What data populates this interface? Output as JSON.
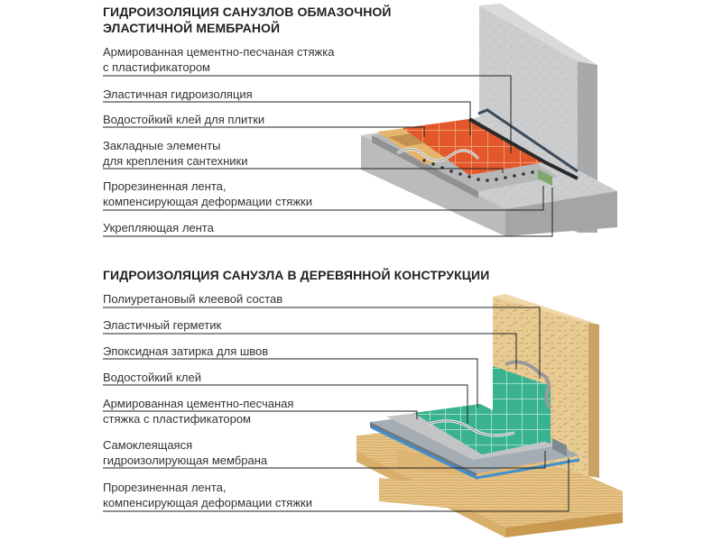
{
  "diagram_top": {
    "title": [
      "ГИДРОИЗОЛЯЦИЯ САНУЗЛОВ ОБМАЗОЧНОЙ",
      "ЭЛАСТИЧНОЙ МЕМБРАНОЙ"
    ],
    "labels": [
      [
        "Армированная цементно-песчаная стяжка",
        "с пластификатором"
      ],
      [
        "Эластичная гидроизоляция"
      ],
      [
        "Водостойкий клей для плитки"
      ],
      [
        "Закладные элементы",
        "для крепления сантехники"
      ],
      [
        "Прорезиненная лента,",
        "компенсирующая деформации стяжки"
      ],
      [
        "Укрепляющая лента"
      ]
    ]
  },
  "diagram_bottom": {
    "title": [
      "ГИДРОИЗОЛЯЦИЯ САНУЗЛА В ДЕРЕВЯННОЙ КОНСТРУКЦИИ"
    ],
    "labels": [
      [
        "Полиуретановый клеевой состав"
      ],
      [
        "Эластичный герметик"
      ],
      [
        "Эпоксидная затирка для швов"
      ],
      [
        "Водостойкий клей"
      ],
      [
        "Армированная цементно-песчаная",
        "стяжка с пластификатором"
      ],
      [
        "Самоклеящаяся",
        "гидроизолирующая мембрана"
      ],
      [
        "Прорезиненная лента,",
        "компенсирующая деформации стяжки"
      ]
    ]
  },
  "colors": {
    "concrete": "#c9cbcc",
    "tile_top": "#e2582a",
    "tile_bottom": "#39b38f",
    "wood": "#e9c98c",
    "leader": "#222222"
  }
}
